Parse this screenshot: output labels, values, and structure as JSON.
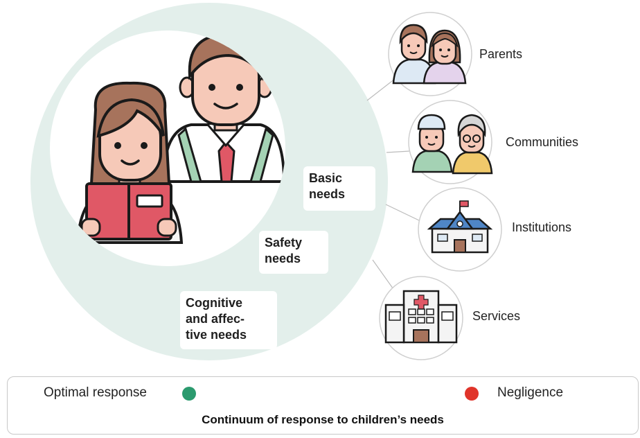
{
  "needs": {
    "basic": "Basic\nneeds",
    "safety": "Safety\nneeds",
    "cognitive": "Cognitive\nand affec-\ntive needs"
  },
  "stakeholders": [
    {
      "label": "Parents",
      "icon": "parents-icon"
    },
    {
      "label": "Communities",
      "icon": "elders-icon"
    },
    {
      "label": "Institutions",
      "icon": "school-building-icon"
    },
    {
      "label": "Services",
      "icon": "hospital-icon"
    }
  ],
  "continuum": {
    "left": "Optimal response",
    "right": "Negligence",
    "title": "Continuum of response to children’s needs"
  },
  "colors": {
    "outer_ring": "#e3efeb",
    "optimal": "#2b9a6e",
    "negligence": "#e0342a",
    "book": "#e05866",
    "hair": "#a7735c"
  }
}
